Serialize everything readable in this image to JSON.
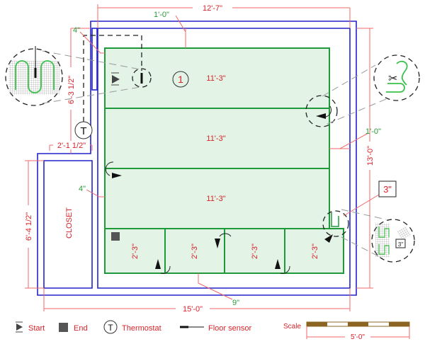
{
  "dimensions": {
    "top_width": "12'-7\"",
    "right_height": "13'-0\"",
    "bottom_width": "15'-0\"",
    "closet_height": "6'-4 1/2\"",
    "upper_left_height": "6'-3 1/2\"",
    "closet_offset": "2'-1 1/2\""
  },
  "offsets": {
    "top": "1'-0\"",
    "left_top": "4\"",
    "right": "1'-0\"",
    "left": "4\"",
    "bottom": "9\"",
    "callout_gap": "3\"",
    "detail_gap": "3\""
  },
  "zones": {
    "zone_number": "1",
    "rows": [
      "11'-3\"",
      "11'-3\"",
      "11'-3\""
    ],
    "bottom_strips": [
      "2'-3\"",
      "2'-3\"",
      "2'-3\"",
      "2'-3\""
    ]
  },
  "rooms": {
    "closet": "CLOSET"
  },
  "thermostat_symbol": "T",
  "legend": {
    "start": "Start",
    "end": "End",
    "thermostat": "Thermostat",
    "thermostat_symbol": "T",
    "floor_sensor": "Floor sensor"
  },
  "scale": {
    "label": "Scale",
    "length": "5'-0\""
  },
  "colors": {
    "dimension": "#d8232a",
    "offset": "#2a9a3a",
    "wall": "#2222cc",
    "heating_zone": "#1f9a3a",
    "zone_fill": "#e3f4e6",
    "scale_bar": "#8a6420"
  }
}
